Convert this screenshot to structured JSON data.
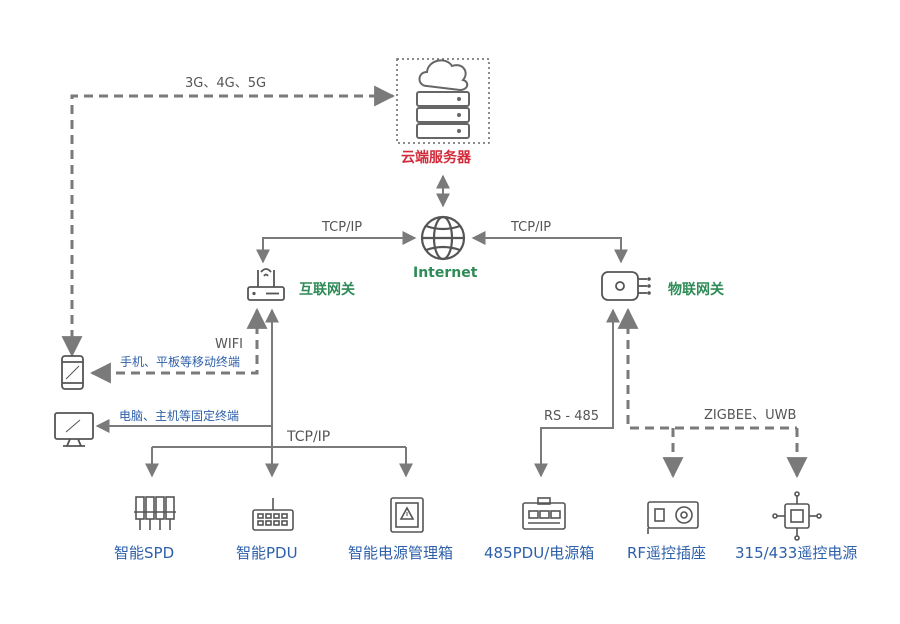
{
  "diagram": {
    "cloud_server": {
      "label": "云端服务器",
      "color": "#d22b3a"
    },
    "internet": {
      "label": "Internet",
      "color": "#2e8b57"
    },
    "internet_gateway": {
      "label": "互联网关"
    },
    "iot_gateway": {
      "label": "物联网关"
    },
    "links": {
      "mobile_link": "3G、4G、5G",
      "tcp_left": "TCP/IP",
      "tcp_right": "TCP/IP",
      "tcp_bottom": "TCP/IP",
      "wifi": "WIFI",
      "rs485": "RS - 485",
      "zigbee": "ZIGBEE、UWB"
    },
    "terminals": {
      "mobile": "手机、平板等移动终端",
      "fixed": "电脑、主机等固定终端"
    },
    "devices": [
      {
        "label": "智能SPD",
        "icon": "spd-icon"
      },
      {
        "label": "智能PDU",
        "icon": "pdu-icon"
      },
      {
        "label": "智能电源管理箱",
        "icon": "power-box-icon"
      },
      {
        "label": "485PDU/电源箱",
        "icon": "485-pdu-icon"
      },
      {
        "label": "RF遥控插座",
        "icon": "rf-socket-icon"
      },
      {
        "label": "315/433遥控电源",
        "icon": "remote-power-icon"
      }
    ],
    "colors": {
      "line": "#7a7a7a",
      "blue_text": "#2d5faa",
      "green_text": "#2e8b57",
      "red_text": "#d22b3a"
    }
  }
}
